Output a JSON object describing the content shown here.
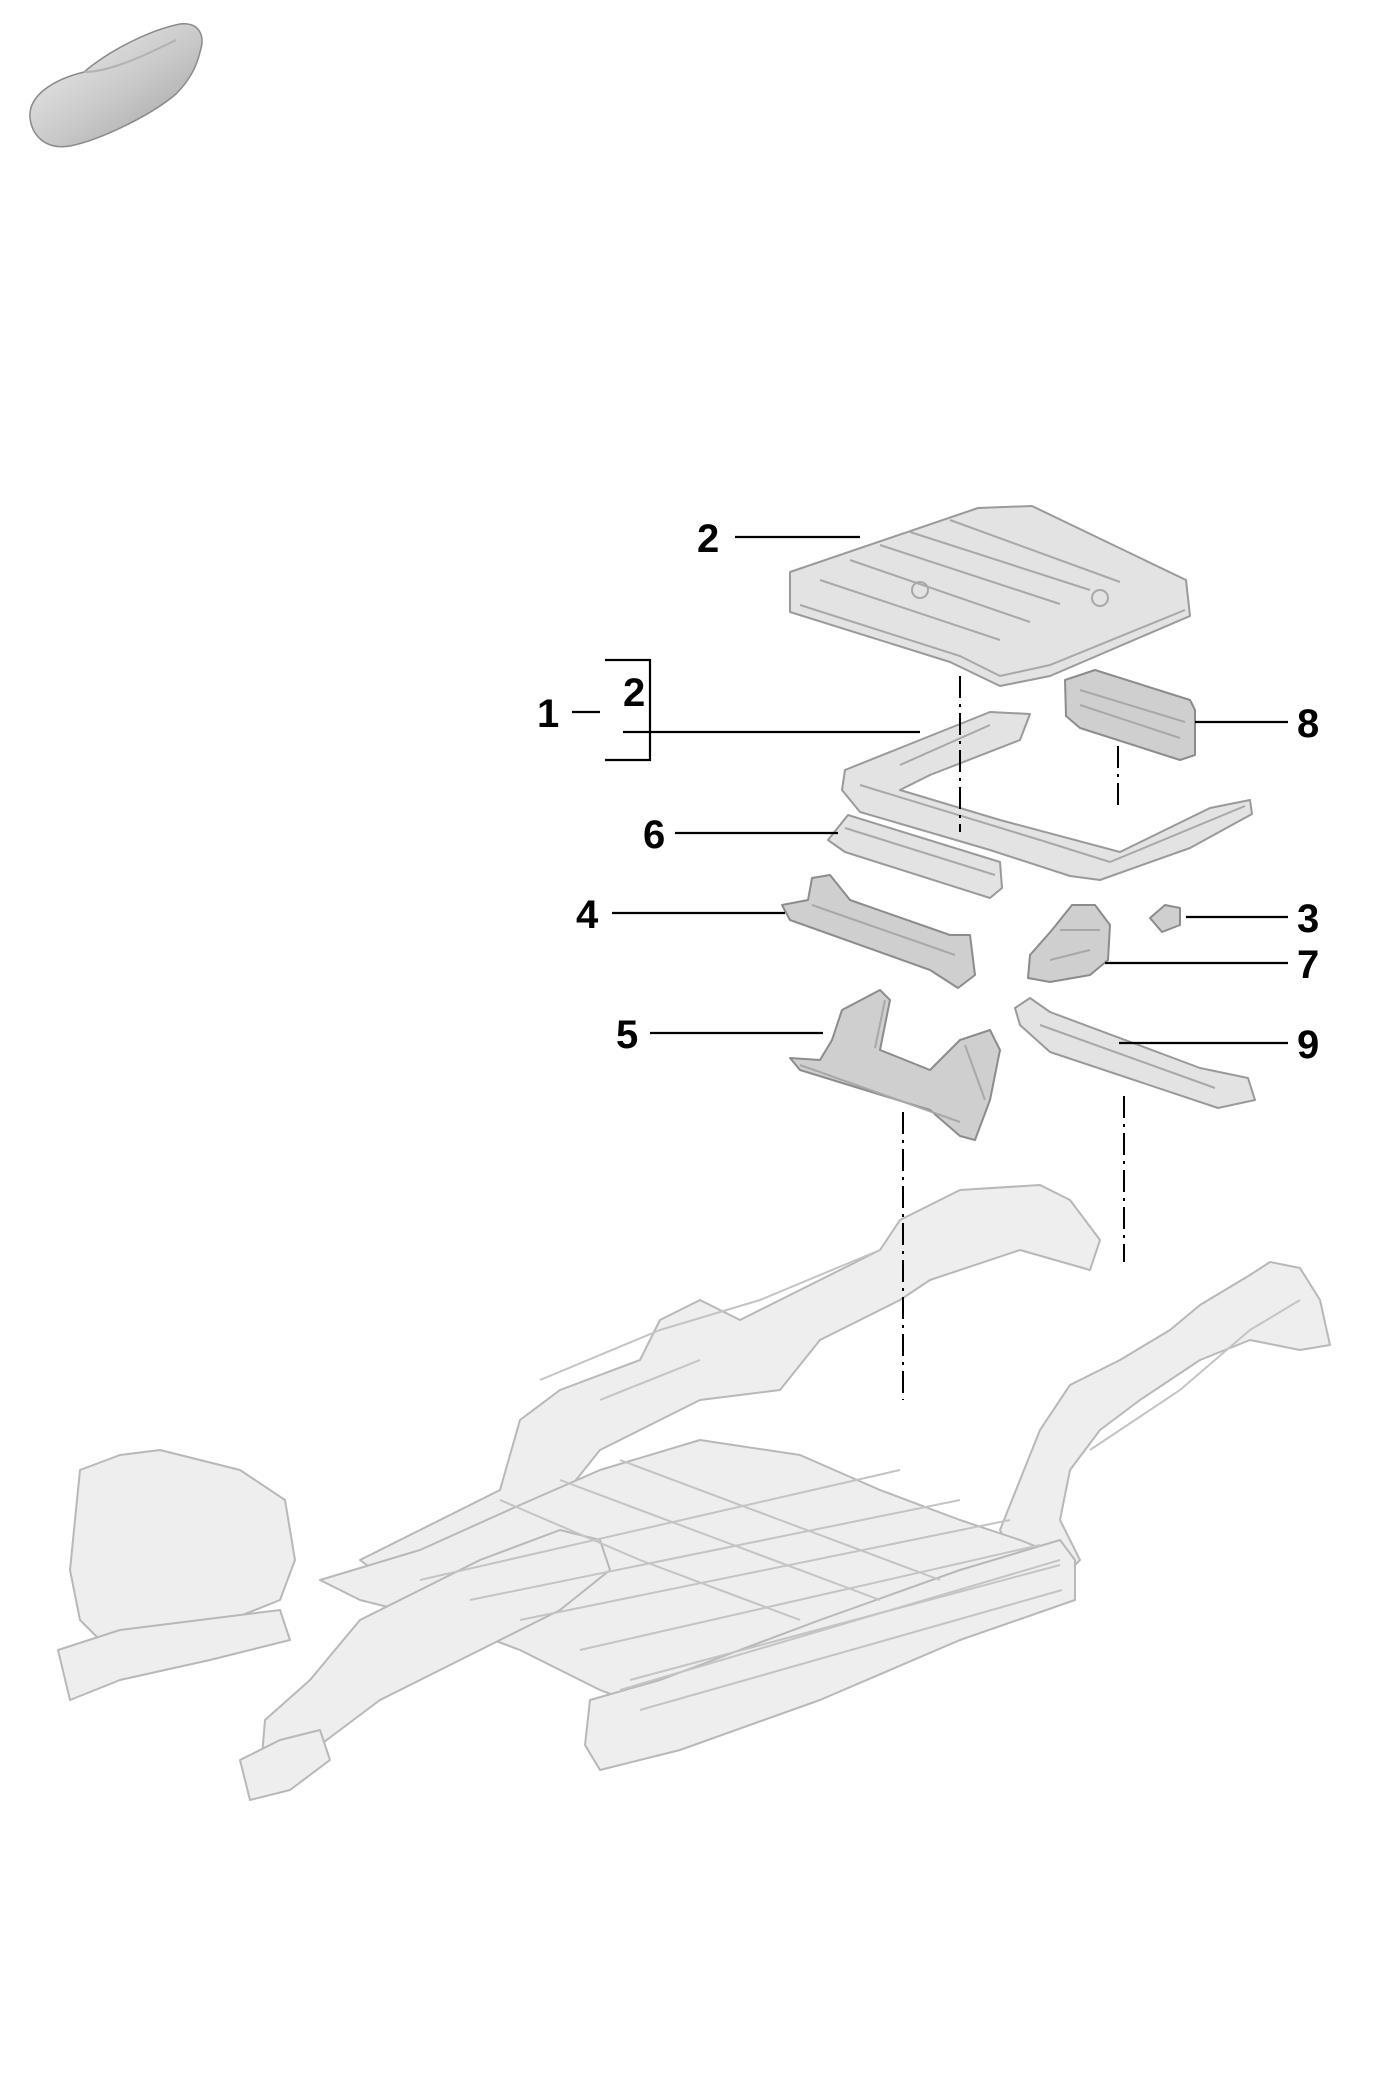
{
  "callouts": {
    "c1": "1",
    "c2_top": "2",
    "c2_group": "2",
    "c3": "3",
    "c4": "4",
    "c5": "5",
    "c6": "6",
    "c7": "7",
    "c8": "8",
    "c9": "9"
  },
  "icons": {
    "vehicle_thumbnail": "car-silhouette-icon"
  }
}
